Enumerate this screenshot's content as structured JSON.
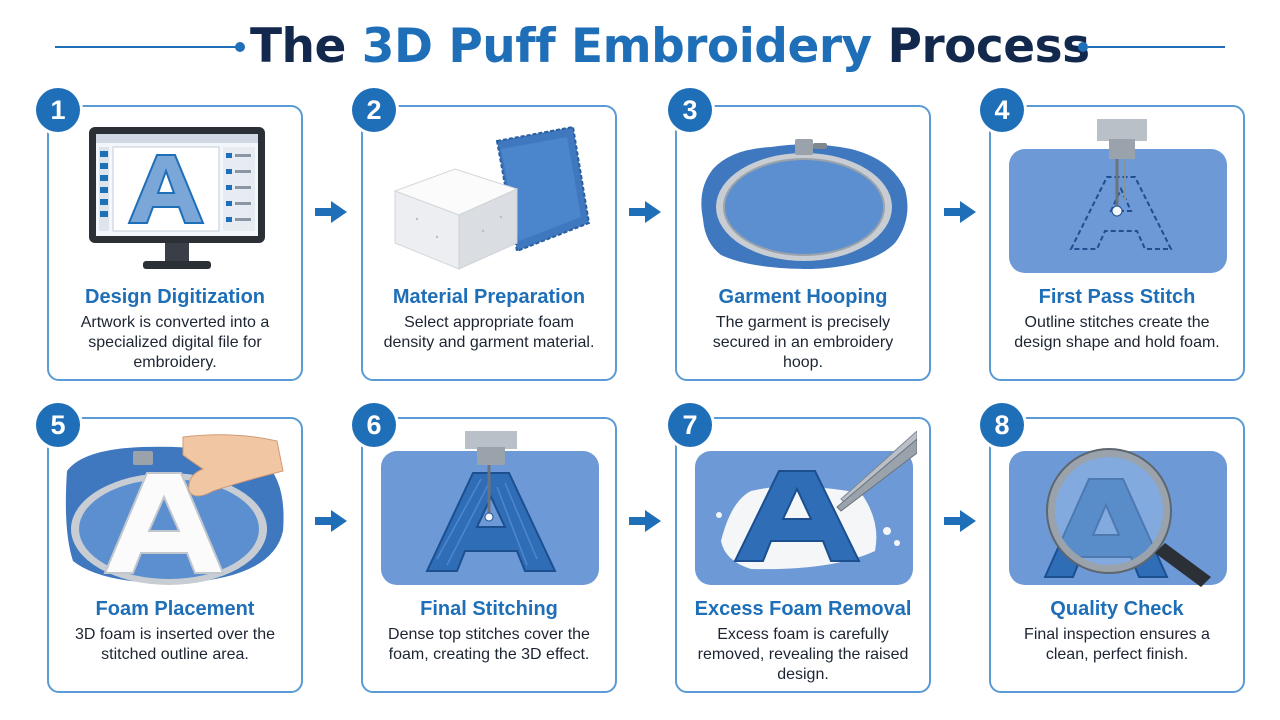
{
  "title": {
    "part1": "The ",
    "part2": "3D Puff Embroidery",
    "part3": " Process"
  },
  "colors": {
    "accent": "#1f6fb8",
    "title_dark": "#13284d",
    "card_border": "#5b9bd5",
    "fabric": "#5b8fcf",
    "thread": "#2f6db6"
  },
  "steps": [
    {
      "number": "1",
      "title": "Design Digitization",
      "desc": "Artwork is converted into a specialized digital file for embroidery.",
      "icon": "computer-monitor-icon"
    },
    {
      "number": "2",
      "title": "Material Preparation",
      "desc": "Select appropriate foam density and garment material.",
      "icon": "foam-block-icon"
    },
    {
      "number": "3",
      "title": "Garment Hooping",
      "desc": "The garment is precisely secured in an embroidery hoop.",
      "icon": "embroidery-hoop-icon"
    },
    {
      "number": "4",
      "title": "First Pass Stitch",
      "desc": "Outline stitches create the design shape and hold foam.",
      "icon": "needle-outline-icon"
    },
    {
      "number": "5",
      "title": "Foam Placement",
      "desc": "3D foam is inserted over the stitched outline area.",
      "icon": "foam-letter-icon"
    },
    {
      "number": "6",
      "title": "Final Stitching",
      "desc": "Dense top stitches cover the foam, creating the 3D effect.",
      "icon": "needle-stitching-icon"
    },
    {
      "number": "7",
      "title": "Excess Foam Removal",
      "desc": "Excess foam is carefully removed, revealing the raised design.",
      "icon": "tweezers-icon"
    },
    {
      "number": "8",
      "title": "Quality Check",
      "desc": "Final inspection ensures a clean, perfect finish.",
      "icon": "magnifying-glass-icon"
    }
  ]
}
